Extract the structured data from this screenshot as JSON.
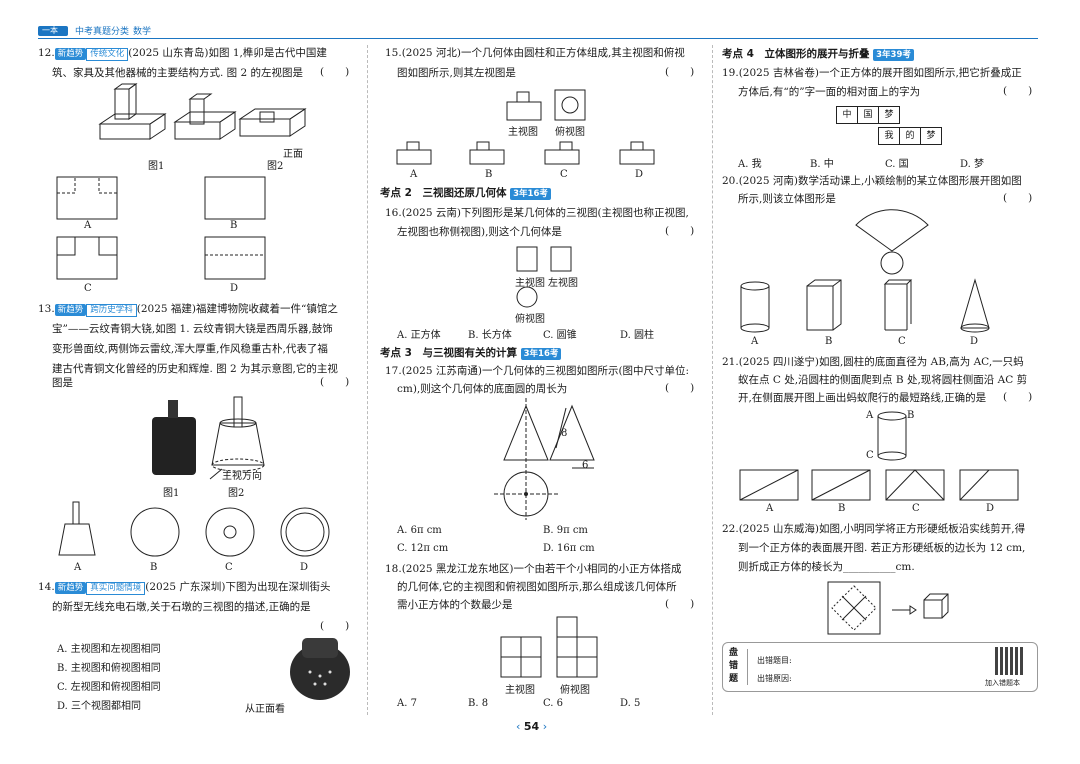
{
  "header": {
    "brand": "一本",
    "series": "中考真题分类",
    "subject": "数学"
  },
  "page_number": "54",
  "left": {
    "q12": {
      "num": "12.",
      "tag": "新趋势",
      "tag2": "传统文化",
      "text1": "(2025 山东青岛)如图 1,榫卯是古代中国建",
      "text2": "筑、家具及其他器械的主要结构方式. 图 2 的左视图是",
      "paren": "(　　)",
      "fig1": "图1",
      "fig2": "图2",
      "front": "正面",
      "opts": [
        "A",
        "B",
        "C",
        "D"
      ]
    },
    "q13": {
      "num": "13.",
      "tag": "新趋势",
      "tag2": "跨历史学科",
      "lines": [
        "(2025 福建)福建博物院收藏着一件“镇馆之",
        "宝”——云纹青铜大铙,如图 1. 云纹青铜大铙是西周乐器,鼓饰",
        "变形兽面纹,两侧饰云雷纹,浑大厚重,作风稳重古朴,代表了福",
        "建古代青铜文化曾经的历史和辉煌. 图 2 为其示意图,它的主视",
        "图是"
      ],
      "paren": "(　　)",
      "fig1": "图1",
      "fig2": "图2",
      "dir": "主视方向",
      "opts": [
        "A",
        "B",
        "C",
        "D"
      ]
    },
    "q14": {
      "num": "14.",
      "tag": "新趋势",
      "tag2": "真实问题情境",
      "text1": "(2025 广东深圳)下图为出现在深圳街头",
      "text2": "的新型无线充电石墩,关于石墩的三视图的描述,正确的是",
      "paren": "(　　)",
      "opts": [
        "A. 主视图和左视图相同",
        "B. 主视图和俯视图相同",
        "C. 左视图和俯视图相同",
        "D. 三个视图都相同"
      ],
      "front": "从正面看"
    }
  },
  "middle": {
    "q15": {
      "lines": [
        "15.(2025 河北)一个几何体由圆柱和正方体组成,其主视图和俯视",
        "图如图所示,则其左视图是"
      ],
      "paren": "(　　)",
      "main": "主视图",
      "top": "俯视图",
      "opts": [
        "A",
        "B",
        "C",
        "D"
      ]
    },
    "sec2": {
      "title": "考点 2　三视图还原几何体",
      "badge": "3年16考"
    },
    "q16": {
      "lines": [
        "16.(2025 云南)下列图形是某几何体的三视图(主视图也称正视图,",
        "左视图也称侧视图),则这个几何体是"
      ],
      "paren": "(　　)",
      "main": "主视图",
      "left": "左视图",
      "top": "俯视图",
      "opts": [
        "A. 正方体",
        "B. 长方体",
        "C. 圆锥",
        "D. 圆柱"
      ]
    },
    "sec3": {
      "title": "考点 3　与三视图有关的计算",
      "badge": "3年16考"
    },
    "q17": {
      "lines": [
        "17.(2025 江苏南通)一个几何体的三视图如图所示(图中尺寸单位:",
        "cm),则这个几何体的底面圆的周长为"
      ],
      "paren": "(　　)",
      "d8": "8",
      "d6": "6",
      "opts": [
        "A. 6π cm",
        "B. 9π cm",
        "C. 12π cm",
        "D. 16π cm"
      ]
    },
    "q18": {
      "lines": [
        "18.(2025 黑龙江龙东地区)一个由若干个小相同的小正方体搭成",
        "的几何体,它的主视图和俯视图如图所示,那么组成该几何体所",
        "需小正方体的个数最少是"
      ],
      "paren": "(　　)",
      "main": "主视图",
      "top": "俯视图",
      "opts": [
        "A. 7",
        "B. 8",
        "C. 6",
        "D. 5"
      ]
    }
  },
  "right": {
    "sec4": {
      "title": "考点 4　立体图形的展开与折叠",
      "badge": "3年39考"
    },
    "q19": {
      "lines": [
        "19.(2025 吉林省卷)一个正方体的展开图如图所示,把它折叠成正",
        "方体后,有“的”字一面的相对面上的字为"
      ],
      "paren": "(　　)",
      "cells": [
        "中",
        "国",
        "梦",
        "我",
        "的",
        "梦"
      ],
      "opts": [
        "A. 我",
        "B. 中",
        "C. 国",
        "D. 梦"
      ]
    },
    "q20": {
      "lines": [
        "20.(2025 河南)数学活动课上,小颖绘制的某立体图形展开图如图",
        "所示,则该立体图形是"
      ],
      "paren": "(　　)",
      "opts": [
        "A",
        "B",
        "C",
        "D"
      ]
    },
    "q21": {
      "lines": [
        "21.(2025 四川遂宁)如图,圆柱的底面直径为 AB,高为 AC,一只蚂",
        "蚁在点 C 处,沿圆柱的侧面爬到点 B 处,现将圆柱侧面沿 AC 剪",
        "开,在侧面展开图上画出蚂蚁爬行的最短路线,正确的是"
      ],
      "paren": "(　　)",
      "pts": [
        "A",
        "B",
        "C"
      ],
      "opts": [
        "A",
        "B",
        "C",
        "D"
      ]
    },
    "q22": {
      "lines": [
        "22.(2025 山东威海)如图,小明同学将正方形硬纸板沿实线剪开,得",
        "到一个正方体的表面展开图. 若正方形硬纸板的边长为 12 cm,",
        "则折成正方体的棱长为__________cm."
      ]
    },
    "review": {
      "title": [
        "盘",
        "错",
        "题"
      ],
      "q": "出错题目:",
      "r": "出错原因:",
      "qr": "加入错题本"
    }
  }
}
